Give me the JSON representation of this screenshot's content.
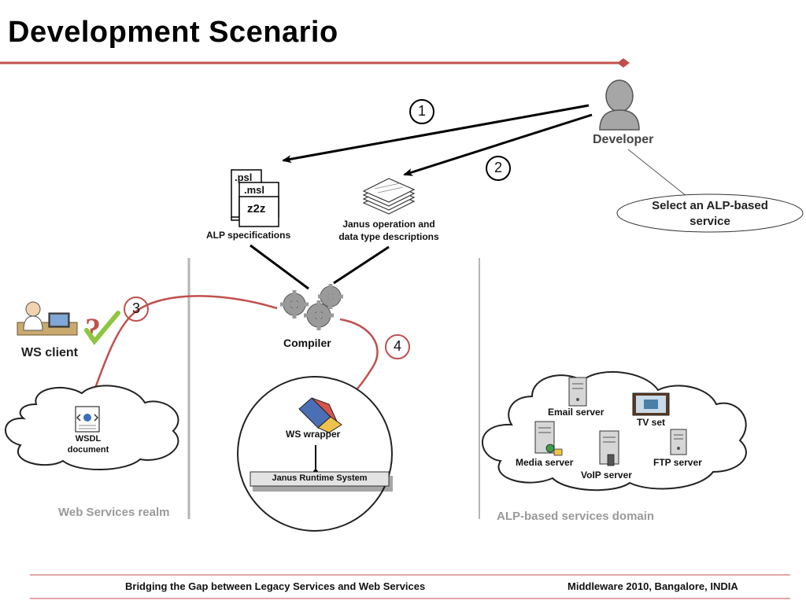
{
  "slide": {
    "title": "Development Scenario",
    "colors": {
      "accent": "#c0504d",
      "arrow_black": "#000000",
      "arrow_red": "#c0504d",
      "realm_gray": "#9a9a9a"
    }
  },
  "diagram": {
    "developer": {
      "label": "Developer",
      "icon": "person-icon"
    },
    "select_note": {
      "text": "Select an ALP-based service"
    },
    "steps": [
      "1",
      "2",
      "3",
      "4"
    ],
    "alp_spec": {
      "file_labels": [
        ".psl",
        ".msl",
        "z2z"
      ],
      "label": "ALP specifications",
      "icon": "document-stack-icon"
    },
    "janus_desc": {
      "label_line1": "Janus operation and",
      "label_line2": "data type descriptions",
      "icon": "paper-stack-icon"
    },
    "compiler": {
      "label": "Compiler",
      "icon": "gears-icon"
    },
    "ws_client": {
      "label": "WS client",
      "icon": "person-at-desk-icon"
    },
    "wsdl": {
      "label_line1": "WSDL",
      "label_line2": "document",
      "icon": "wsdl-document-icon"
    },
    "ws_wrapper": {
      "label": "WS wrapper",
      "icon": "wrapper-icon"
    },
    "runtime": {
      "label": "Janus Runtime System"
    },
    "services": {
      "email": "Email server",
      "tv": "TV set",
      "media": "Media server",
      "voip": "VoIP server",
      "ftp": "FTP server"
    },
    "realms": {
      "web_services": "Web Services realm",
      "alp_domain": "ALP-based services domain"
    }
  },
  "footer": {
    "left": "Bridging the Gap between Legacy Services and Web Services",
    "right": "Middleware 2010, Bangalore, INDIA"
  }
}
